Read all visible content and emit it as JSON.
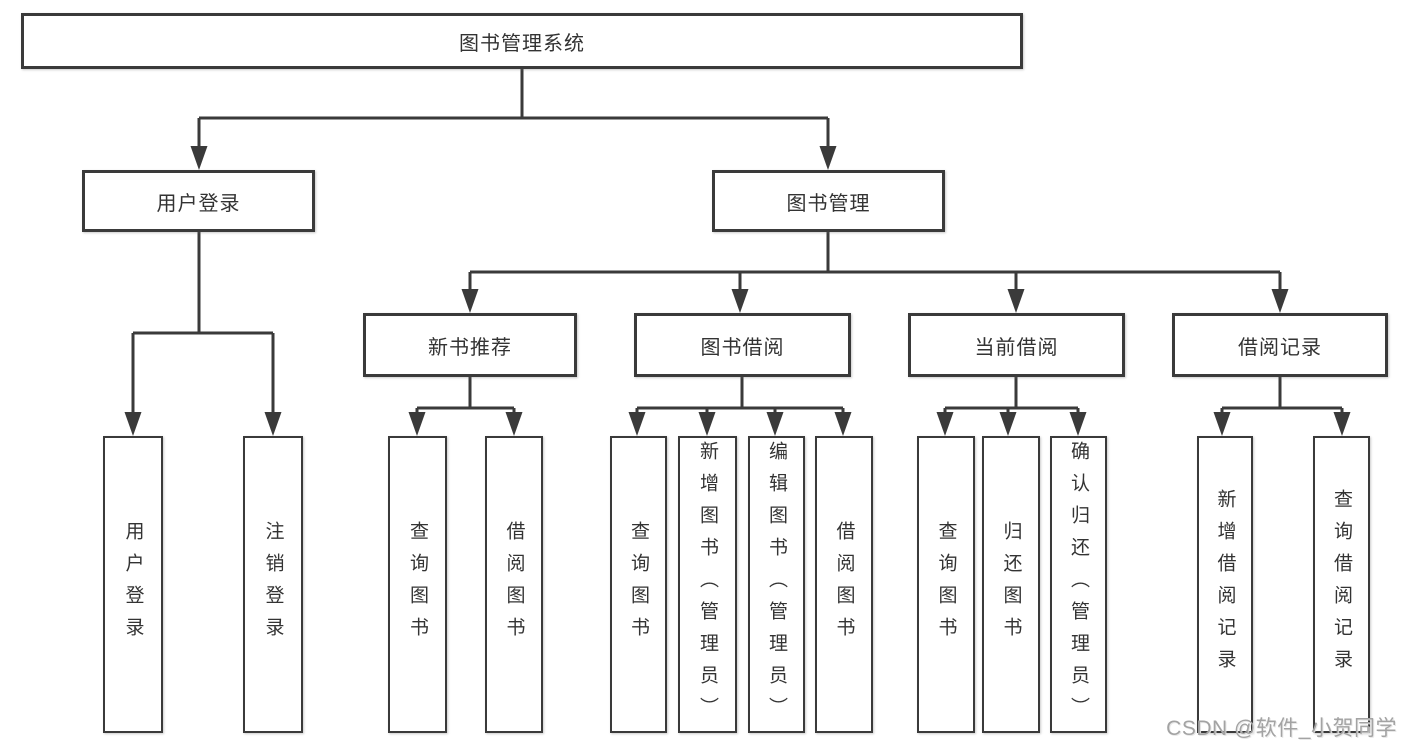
{
  "diagram": {
    "title": "图书管理系统",
    "branches": [
      {
        "label": "用户登录",
        "children": [
          {
            "label": "用户登录"
          },
          {
            "label": "注销登录"
          }
        ]
      },
      {
        "label": "图书管理",
        "children": [
          {
            "label": "新书推荐",
            "children": [
              {
                "label": "查询图书"
              },
              {
                "label": "借阅图书"
              }
            ]
          },
          {
            "label": "图书借阅",
            "children": [
              {
                "label": "查询图书"
              },
              {
                "label": "新增图书（管理员）"
              },
              {
                "label": "编辑图书（管理员）"
              },
              {
                "label": "借阅图书"
              }
            ]
          },
          {
            "label": "当前借阅",
            "children": [
              {
                "label": "查询图书"
              },
              {
                "label": "归还图书"
              },
              {
                "label": "确认归还（管理员）"
              }
            ]
          },
          {
            "label": "借阅记录",
            "children": [
              {
                "label": "新增借阅记录"
              },
              {
                "label": "查询借阅记录"
              }
            ]
          }
        ]
      }
    ]
  },
  "watermark": {
    "text": "CSDN @软件_小贺同学"
  },
  "colors": {
    "line": "#3a3a3a",
    "border": "#3a3a3a",
    "text": "#333333",
    "watermark_text": "#a3a3a3",
    "background": "#ffffff"
  }
}
